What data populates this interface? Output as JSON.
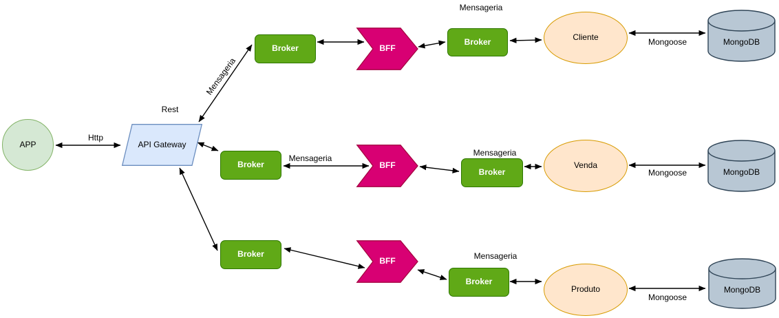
{
  "diagram": {
    "nodes": {
      "app": "APP",
      "gateway": "API Gateway"
    },
    "rows": [
      {
        "left_broker": "Broker",
        "bff": "BFF",
        "right_broker": "Broker",
        "service": "Cliente",
        "database": "MongoDB"
      },
      {
        "left_broker": "Broker",
        "bff": "BFF",
        "right_broker": "Broker",
        "service": "Venda",
        "database": "MongoDB"
      },
      {
        "left_broker": "Broker",
        "bff": "BFF",
        "right_broker": "Broker",
        "service": "Produto",
        "database": "MongoDB"
      }
    ],
    "edge_labels": {
      "http": "Http",
      "rest": "Rest",
      "gateway_row1": "Mensageria",
      "row1_right": "Mensageria",
      "row2_left": "Mensageria",
      "row2_right": "Mensageria",
      "row3_right": "Mensageria",
      "mongoose_row1": "Mongoose",
      "mongoose_row2": "Mongoose",
      "mongoose_row3": "Mongoose"
    },
    "colors": {
      "app_fill": "#d5e8d4",
      "app_stroke": "#82b366",
      "gateway_fill": "#dae8fc",
      "gateway_stroke": "#6c8ebf",
      "broker_fill": "#60a917",
      "broker_stroke": "#2d7600",
      "bff_fill": "#d80073",
      "bff_stroke": "#a50040",
      "service_fill": "#ffe6cc",
      "service_stroke": "#d79b00",
      "db_fill": "#b8c7d4",
      "db_stroke": "#2f4456",
      "edge": "#000000"
    }
  }
}
